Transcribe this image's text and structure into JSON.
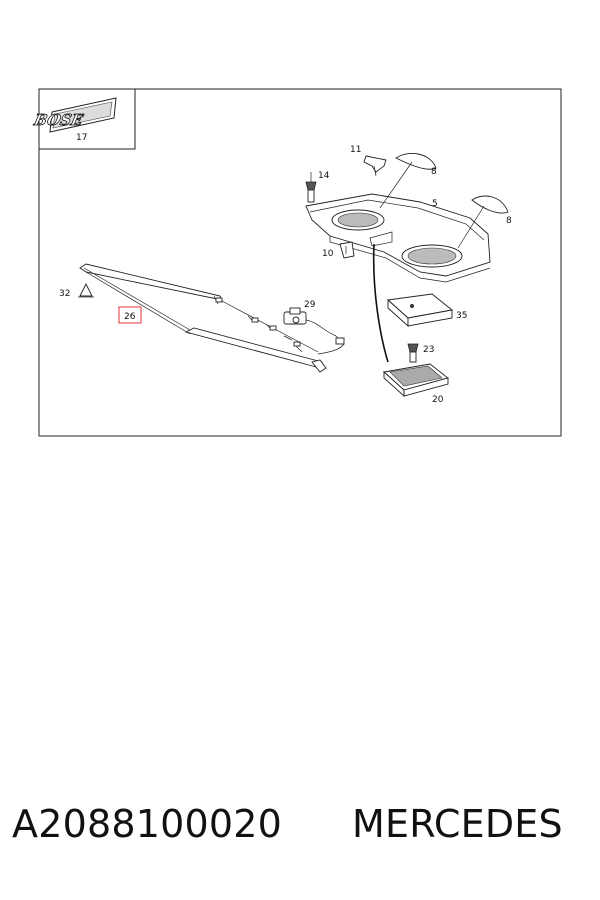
{
  "caption": {
    "part_number": "A2088100020",
    "brand": "MERCEDES"
  },
  "inset": {
    "logo_text": "BOSE",
    "label": "17"
  },
  "callouts": {
    "c5": "5",
    "c8a": "8",
    "c8b": "8",
    "c10": "10",
    "c11": "11",
    "c14": "14",
    "c20": "20",
    "c23": "23",
    "c26": "26",
    "c29": "29",
    "c32": "32",
    "c35": "35"
  },
  "highlight_color": "#e0303a"
}
